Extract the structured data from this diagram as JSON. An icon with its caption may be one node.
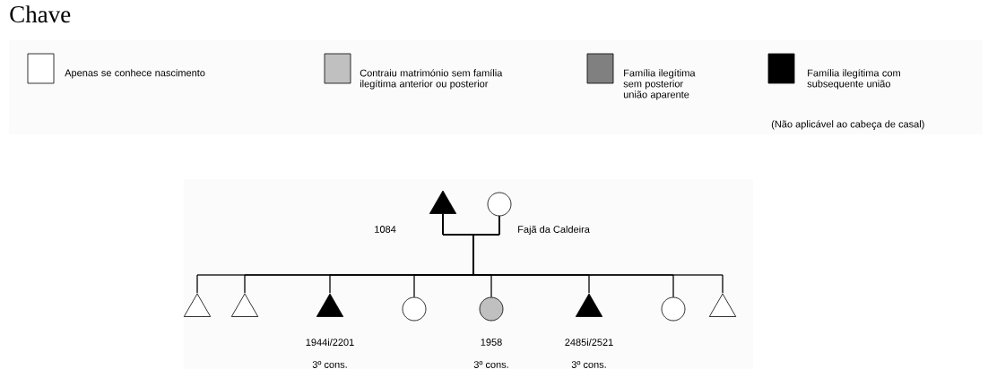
{
  "diagram": {
    "title": "Chave",
    "nodes": [
      {
        "text": [],
        "shape": "triangle",
        "beside": [
          "1084"
        ]
      },
      {
        "text": [],
        "shape": "circle",
        "beside": [
          "Fajã da Caldeira"
        ]
      },
      {
        "text": [],
        "shape": "triangle"
      },
      {
        "text": [],
        "shape": "triangle"
      },
      {
        "text": [],
        "shape": "triangle",
        "beside": [
          "1944i/2201",
          "3º cons."
        ]
      },
      {
        "text": [],
        "shape": "circle"
      },
      {
        "text": [],
        "shape": "circle",
        "beside": [
          "1958",
          "3º cons."
        ]
      },
      {
        "text": [],
        "shape": "triangle",
        "beside": [
          "2485i/2521",
          "3º cons."
        ]
      },
      {
        "text": [],
        "shape": "circle"
      },
      {
        "text": [],
        "shape": "triangle"
      }
    ],
    "edges": [
      {
        "from": 0,
        "to": 1,
        "arrow": "none"
      },
      {
        "from": 0,
        "to": 2,
        "arrow": "none"
      },
      {
        "from": 0,
        "to": 3,
        "arrow": "none"
      },
      {
        "from": 0,
        "to": 4,
        "arrow": "none"
      },
      {
        "from": 0,
        "to": 5,
        "arrow": "none"
      },
      {
        "from": 0,
        "to": 6,
        "arrow": "none"
      },
      {
        "from": 0,
        "to": 7,
        "arrow": "none"
      },
      {
        "from": 0,
        "to": 8,
        "arrow": "none"
      },
      {
        "from": 0,
        "to": 9,
        "arrow": "none"
      },
      {
        "from": 1,
        "to": 2,
        "arrow": "none"
      },
      {
        "from": 1,
        "to": 3,
        "arrow": "none"
      },
      {
        "from": 1,
        "to": 4,
        "arrow": "none"
      },
      {
        "from": 1,
        "to": 5,
        "arrow": "none"
      },
      {
        "from": 1,
        "to": 6,
        "arrow": "none"
      },
      {
        "from": 1,
        "to": 7,
        "arrow": "none"
      },
      {
        "from": 1,
        "to": 8,
        "arrow": "none"
      },
      {
        "from": 1,
        "to": 9,
        "arrow": "none"
      }
    ],
    "labels": [
      "(Não aplicável ao cabeça de casal)"
    ],
    "legend": [
      {
        "text": "Apenas se conhece nascimento"
      },
      {
        "text": "Contraiu matrimónio sem família ilegítima anterior ou posterior",
        "color": "#c0c0c0"
      },
      {
        "text": "Família ilegítima sem posterior união aparente",
        "color": "#808080"
      },
      {
        "text": "Família ilegítima com subsequente união",
        "color": "#000000"
      }
    ]
  }
}
